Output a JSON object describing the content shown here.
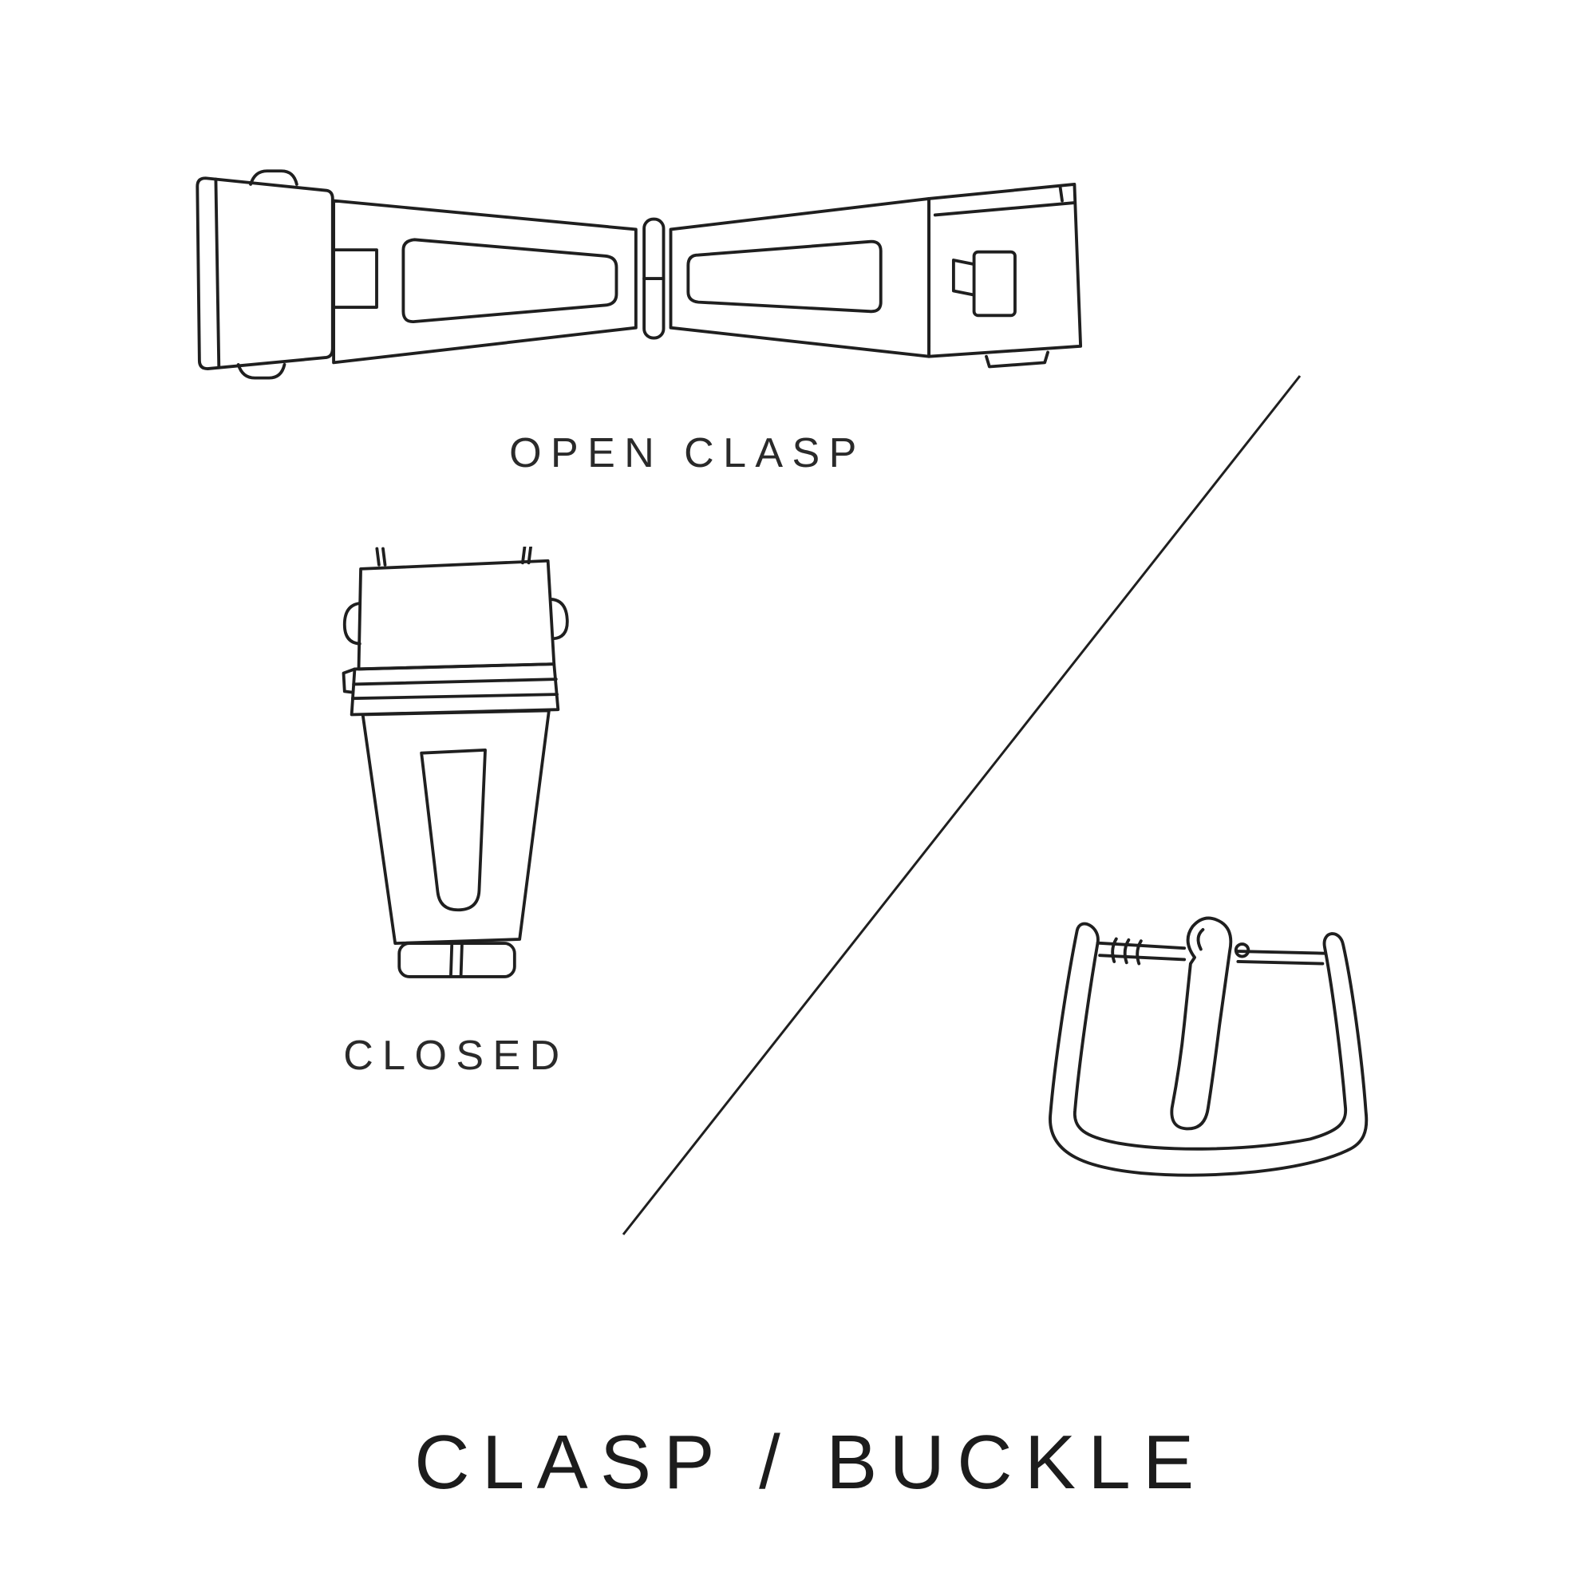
{
  "canvas": {
    "background": "#ffffff",
    "line_color": "#1f1f1f",
    "text_color": "#2a2a2a"
  },
  "figures": {
    "open_clasp": {
      "icon": "open-clasp-line-art",
      "label": "OPEN CLASP"
    },
    "closed_clasp": {
      "icon": "closed-clasp-line-art",
      "label": "CLOSED"
    },
    "buckle": {
      "icon": "tang-buckle-line-art"
    }
  },
  "title": {
    "text": "CLASP / BUCKLE"
  }
}
